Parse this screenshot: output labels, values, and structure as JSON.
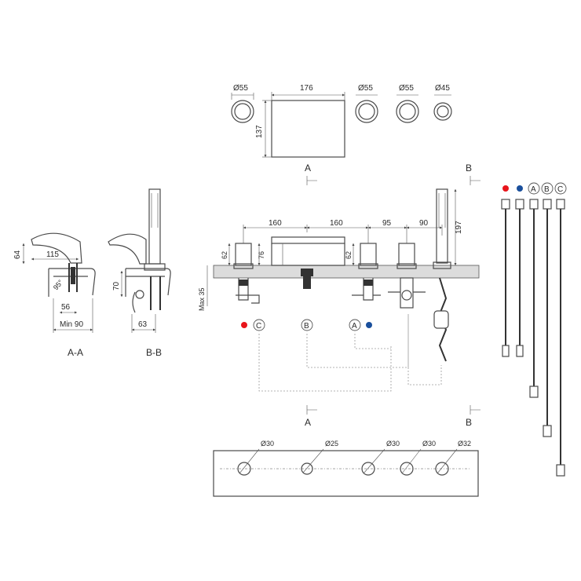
{
  "top_view": {
    "dia_1": "Ø55",
    "width": "176",
    "height": "137",
    "dia_2": "Ø55",
    "dia_3": "Ø55",
    "dia_4": "Ø45"
  },
  "sections": {
    "aa_caption": "A-A",
    "bb_caption": "B-B",
    "aa_spout_height": "64",
    "aa_spout_reach": "115",
    "aa_angle": "95°",
    "aa_base": "56",
    "aa_min": "Min 90",
    "bb_height": "70",
    "bb_width": "63"
  },
  "front_view": {
    "marker_a_top": "A",
    "marker_b_top": "B",
    "marker_a_bottom": "A",
    "marker_b_bottom": "B",
    "spacing_1": "160",
    "spacing_2": "160",
    "spacing_3": "95",
    "spacing_4": "90",
    "handle_height_1": "62",
    "handle_height_2": "76",
    "handle_height_3": "62",
    "shower_height": "197",
    "deck_max": "Max 35",
    "conn_c": "C",
    "conn_b": "B",
    "conn_a": "A"
  },
  "hoses": {
    "label_a": "A",
    "label_b": "B",
    "label_c": "C"
  },
  "hole_template": {
    "hole_1": "Ø30",
    "hole_2": "Ø25",
    "hole_3": "Ø30",
    "hole_4": "Ø30",
    "hole_5": "Ø32"
  },
  "colors": {
    "hot": "#e8151b",
    "cold": "#1a4f9c"
  }
}
